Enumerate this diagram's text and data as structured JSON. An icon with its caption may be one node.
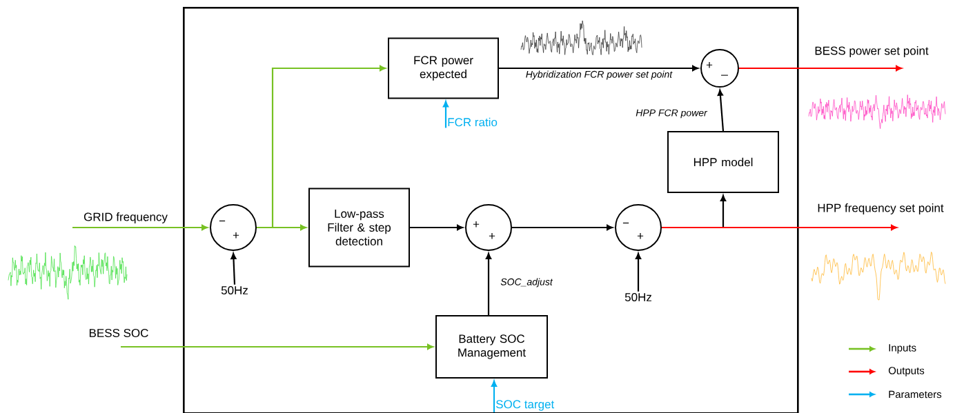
{
  "diagram": {
    "nodes": [
      {
        "text": [],
        "shape": "box"
      },
      {
        "text": [
          "FCR power expected"
        ],
        "in": 0
      },
      {
        "text": [
          "+",
          "_"
        ],
        "in": 0
      },
      {
        "text": [
          "HPP model"
        ],
        "in": 0
      },
      {
        "text": [
          "−",
          "+"
        ],
        "in": 0
      },
      {
        "text": [
          "Low-pass Filter & step detection"
        ],
        "in": 0
      },
      {
        "text": [
          "+",
          "+"
        ],
        "in": 0
      },
      {
        "text": [
          "−",
          "+"
        ],
        "in": 0
      },
      {
        "text": [
          "50Hz"
        ],
        "in": 0
      },
      {
        "text": [
          "50Hz"
        ],
        "in": 0
      },
      {
        "text": [
          "Battery SOC Management"
        ],
        "in": 0
      },
      {
        "text": [
          "FCR ratio"
        ],
        "in": 0
      },
      {
        "text": [
          "SOC target"
        ],
        "in": 0
      }
    ],
    "edges": [
      {
        "from": null,
        "to": 4,
        "arrow": "to",
        "label": "GRID frequency",
        "color": "#77c123"
      },
      {
        "from": 4,
        "to": 5,
        "arrow": "to",
        "color": "#77c123"
      },
      {
        "from": 4,
        "to": 1,
        "arrow": "to",
        "color": "#77c123"
      },
      {
        "from": 5,
        "to": 6,
        "arrow": "to"
      },
      {
        "from": 6,
        "to": 7,
        "arrow": "to"
      },
      {
        "from": 8,
        "to": 4,
        "arrow": "to"
      },
      {
        "from": 9,
        "to": 7,
        "arrow": "to"
      },
      {
        "from": 10,
        "to": 6,
        "arrow": "to",
        "label": "SOC_adjust"
      },
      {
        "from": null,
        "to": 10,
        "arrow": "to",
        "label": "BESS SOC",
        "color": "#77c123"
      },
      {
        "from": 12,
        "to": 10,
        "arrow": "to",
        "color": "#00b0f0"
      },
      {
        "from": 11,
        "to": 1,
        "arrow": "to",
        "color": "#00b0f0"
      },
      {
        "from": 1,
        "to": 2,
        "arrow": "to",
        "label": "Hybridization FCR power set point"
      },
      {
        "from": 3,
        "to": 2,
        "arrow": "to",
        "label": "HPP FCR power"
      },
      {
        "from": 7,
        "to": 3,
        "arrow": "to"
      },
      {
        "from": 7,
        "to": null,
        "arrow": "to",
        "label": "HPP frequency set point",
        "color": "#ff0000"
      },
      {
        "from": 2,
        "to": null,
        "arrow": "to",
        "label": "BESS power set point",
        "color": "#ff0000"
      }
    ],
    "legend": [
      {
        "text": "Inputs",
        "color": "#77c123"
      },
      {
        "text": "Outputs",
        "color": "#ff0000"
      },
      {
        "text": "Parameters",
        "color": "#00b0f0"
      }
    ]
  }
}
